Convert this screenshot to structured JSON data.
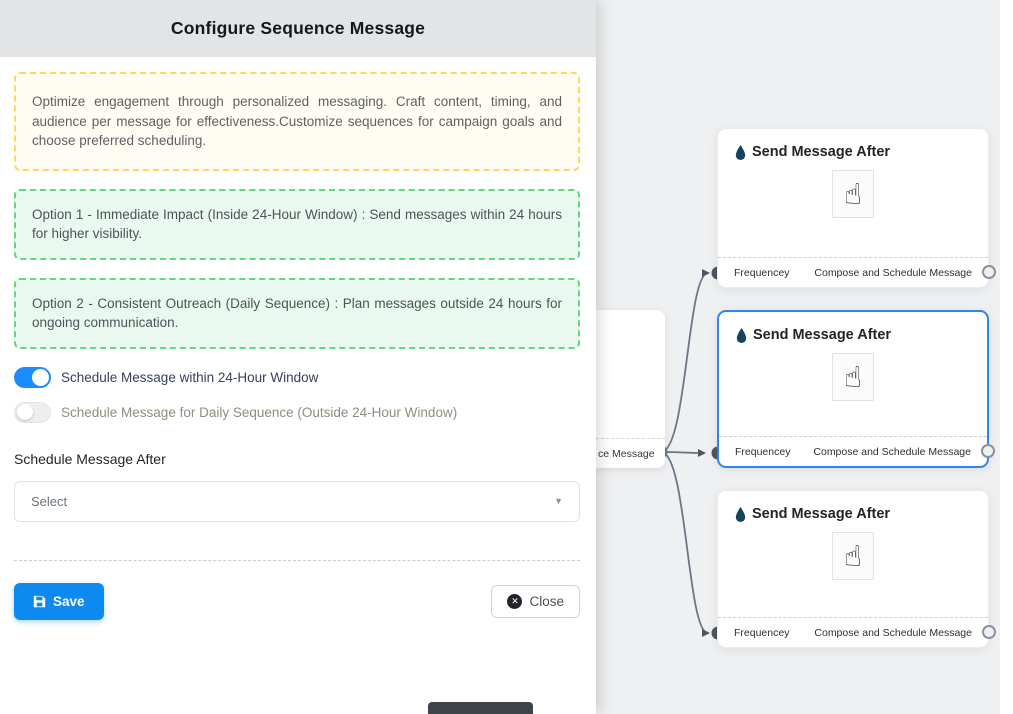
{
  "panel": {
    "title": "Configure Sequence Message",
    "info_box": "Optimize engagement through personalized messaging. Craft content, timing, and audience per message for effectiveness.Customize sequences for campaign goals and choose preferred scheduling.",
    "option1": "Option 1 - Immediate Impact (Inside 24-Hour Window) : Send messages within 24 hours for higher visibility.",
    "option2": "Option 2 - Consistent Outreach (Daily Sequence) : Plan messages outside 24 hours for ongoing communication.",
    "toggle_24h": {
      "label": "Schedule Message within 24-Hour Window",
      "state": "on"
    },
    "toggle_daily": {
      "label": "Schedule Message for Daily Sequence (Outside 24-Hour Window)",
      "state": "off"
    },
    "schedule_after_label": "Schedule Message After",
    "select_placeholder": "Select",
    "save_label": "Save",
    "close_label": "Close"
  },
  "canvas": {
    "partial_node_label": "ce Message",
    "nodes": [
      {
        "title": "Send Message After",
        "footer_left": "Frequencey",
        "footer_right": "Compose and Schedule Message",
        "selected": false
      },
      {
        "title": "Send Message After",
        "footer_left": "Frequencey",
        "footer_right": "Compose and Schedule Message",
        "selected": true
      },
      {
        "title": "Send Message After",
        "footer_left": "Frequencey",
        "footer_right": "Compose and Schedule Message",
        "selected": false
      }
    ]
  },
  "icons": {
    "hand": "☝",
    "caret": "▼",
    "close_x": "✕"
  },
  "colors": {
    "primary_button": "#0d8af0",
    "toggle_on": "#1a8cff",
    "selected_node_border": "#2e86ea",
    "warn_box_border": "#ffd75e",
    "ok_box_border": "#63d77c",
    "canvas_background": "#eef0f2",
    "edge": "#6e7686"
  }
}
